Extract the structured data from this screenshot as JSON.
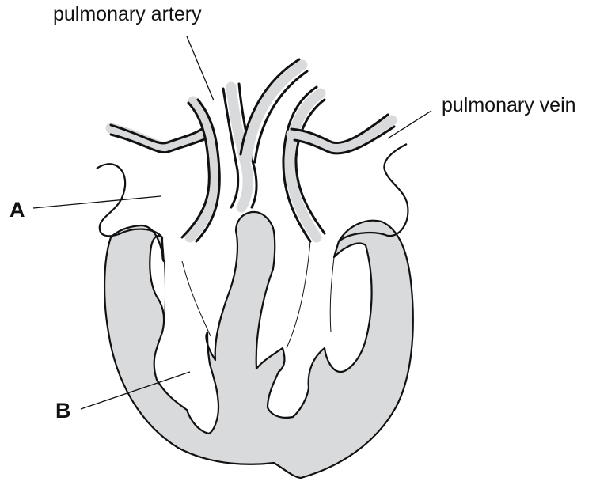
{
  "labels": {
    "pulmonary_artery": "pulmonary artery",
    "pulmonary_vein": "pulmonary vein",
    "a": "A",
    "b": "B"
  },
  "colors": {
    "tissue_fill": "#d9dadb",
    "outline": "#111111",
    "background": "#ffffff"
  }
}
